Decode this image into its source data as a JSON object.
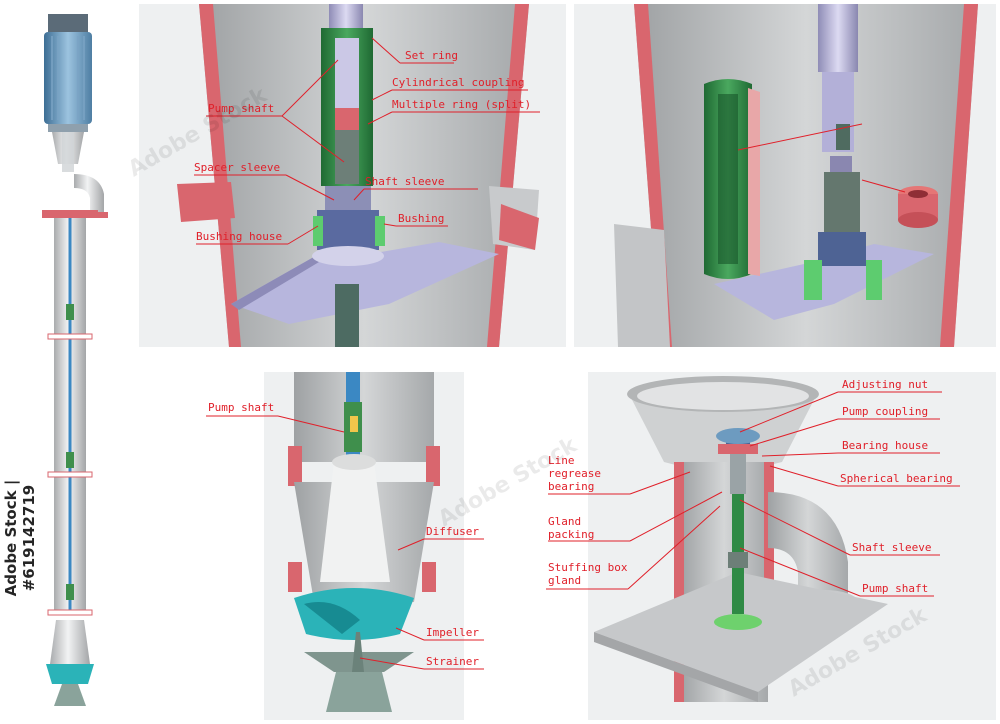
{
  "labels": {
    "p2": {
      "set_ring": "Set ring",
      "cylindrical_coupling": "Cylindrical coupling",
      "pump_shaft": "Pump shaft",
      "multiple_ring": "Multiple ring (split)",
      "spacer_sleeve": "Spacer sleeve",
      "shaft_sleeve": "Shaft sleeve",
      "bushing": "Bushing",
      "bushing_house": "Bushing house"
    },
    "p4": {
      "pump_shaft": "Pump shaft",
      "diffuser": "Diffuser",
      "impeller": "Impeller",
      "strainer": "Strainer"
    },
    "p5": {
      "adjusting_nut": "Adjusting nut",
      "pump_coupling": "Pump coupling",
      "bearing_house": "Bearing house",
      "line_regrease_bearing": "Line regrease bearing",
      "spherical_bearing": "Spherical bearing",
      "gland_packing": "Gland packing",
      "shaft_sleeve": "Shaft sleeve",
      "stuffing_box_gland": "Stuffing box gland",
      "pump_shaft": "Pump shaft"
    }
  },
  "watermark": {
    "brand": "Adobe Stock",
    "side_text": "Adobe Stock | #619142719"
  },
  "colors": {
    "label_red": "#e0202a",
    "casing_gray": "#c9cbcc",
    "flange_pink": "#d9666e",
    "coupling_green": "#2f8a45",
    "shaft_lilac": "#b9b6dc",
    "impeller_teal": "#2bb3b8",
    "motor_blue": "#6c9bc0"
  }
}
